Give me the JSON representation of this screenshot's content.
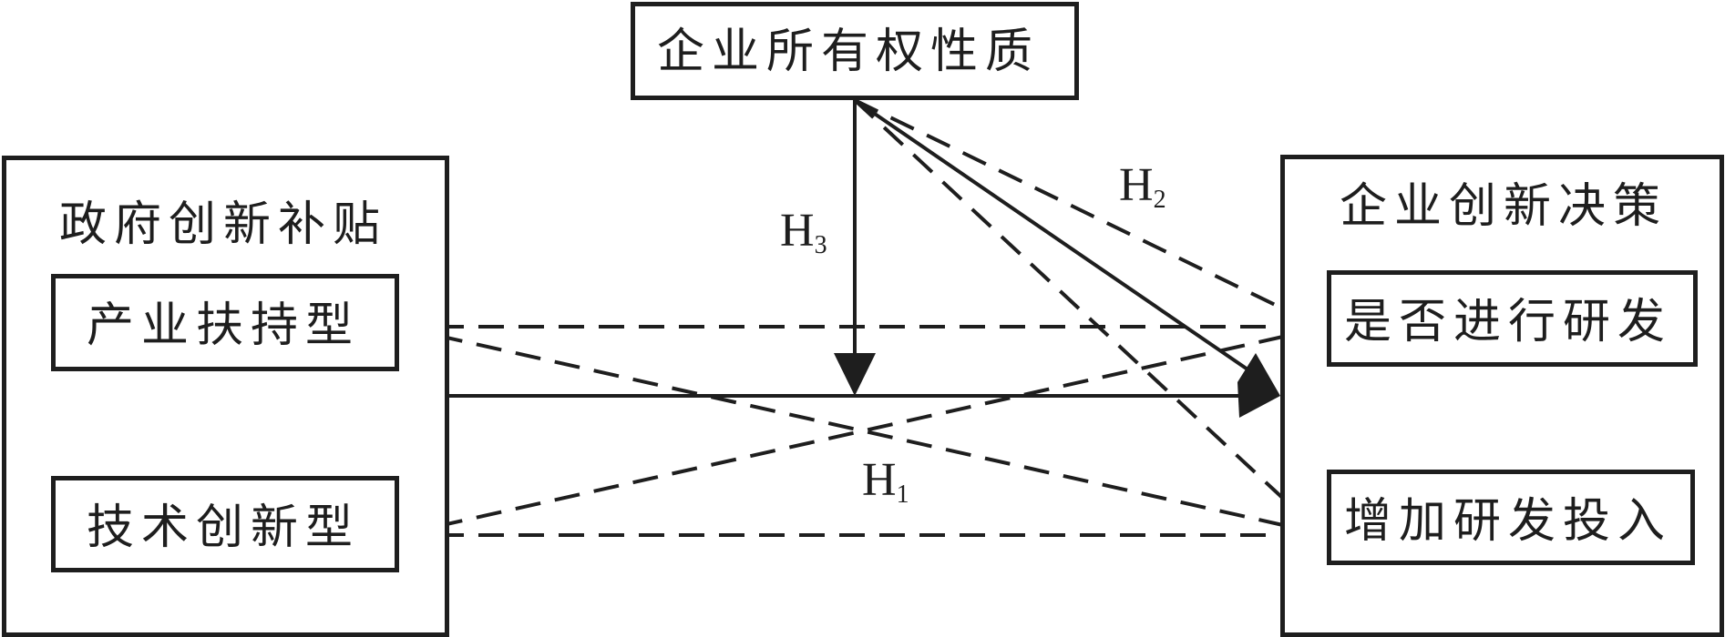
{
  "diagram": {
    "moderator": {
      "label": "企业所有权性质"
    },
    "independent": {
      "title": "政府创新补贴",
      "items": [
        {
          "label": "产业扶持型"
        },
        {
          "label": "技术创新型"
        }
      ]
    },
    "dependent": {
      "title": "企业创新决策",
      "items": [
        {
          "label": "是否进行研发"
        },
        {
          "label": "增加研发投入"
        }
      ]
    },
    "hypotheses": {
      "h1": {
        "base": "H",
        "sub": "1"
      },
      "h2": {
        "base": "H",
        "sub": "2"
      },
      "h3": {
        "base": "H",
        "sub": "3"
      }
    },
    "colors": {
      "stroke": "#1e1e1e",
      "background": "#ffffff"
    }
  }
}
